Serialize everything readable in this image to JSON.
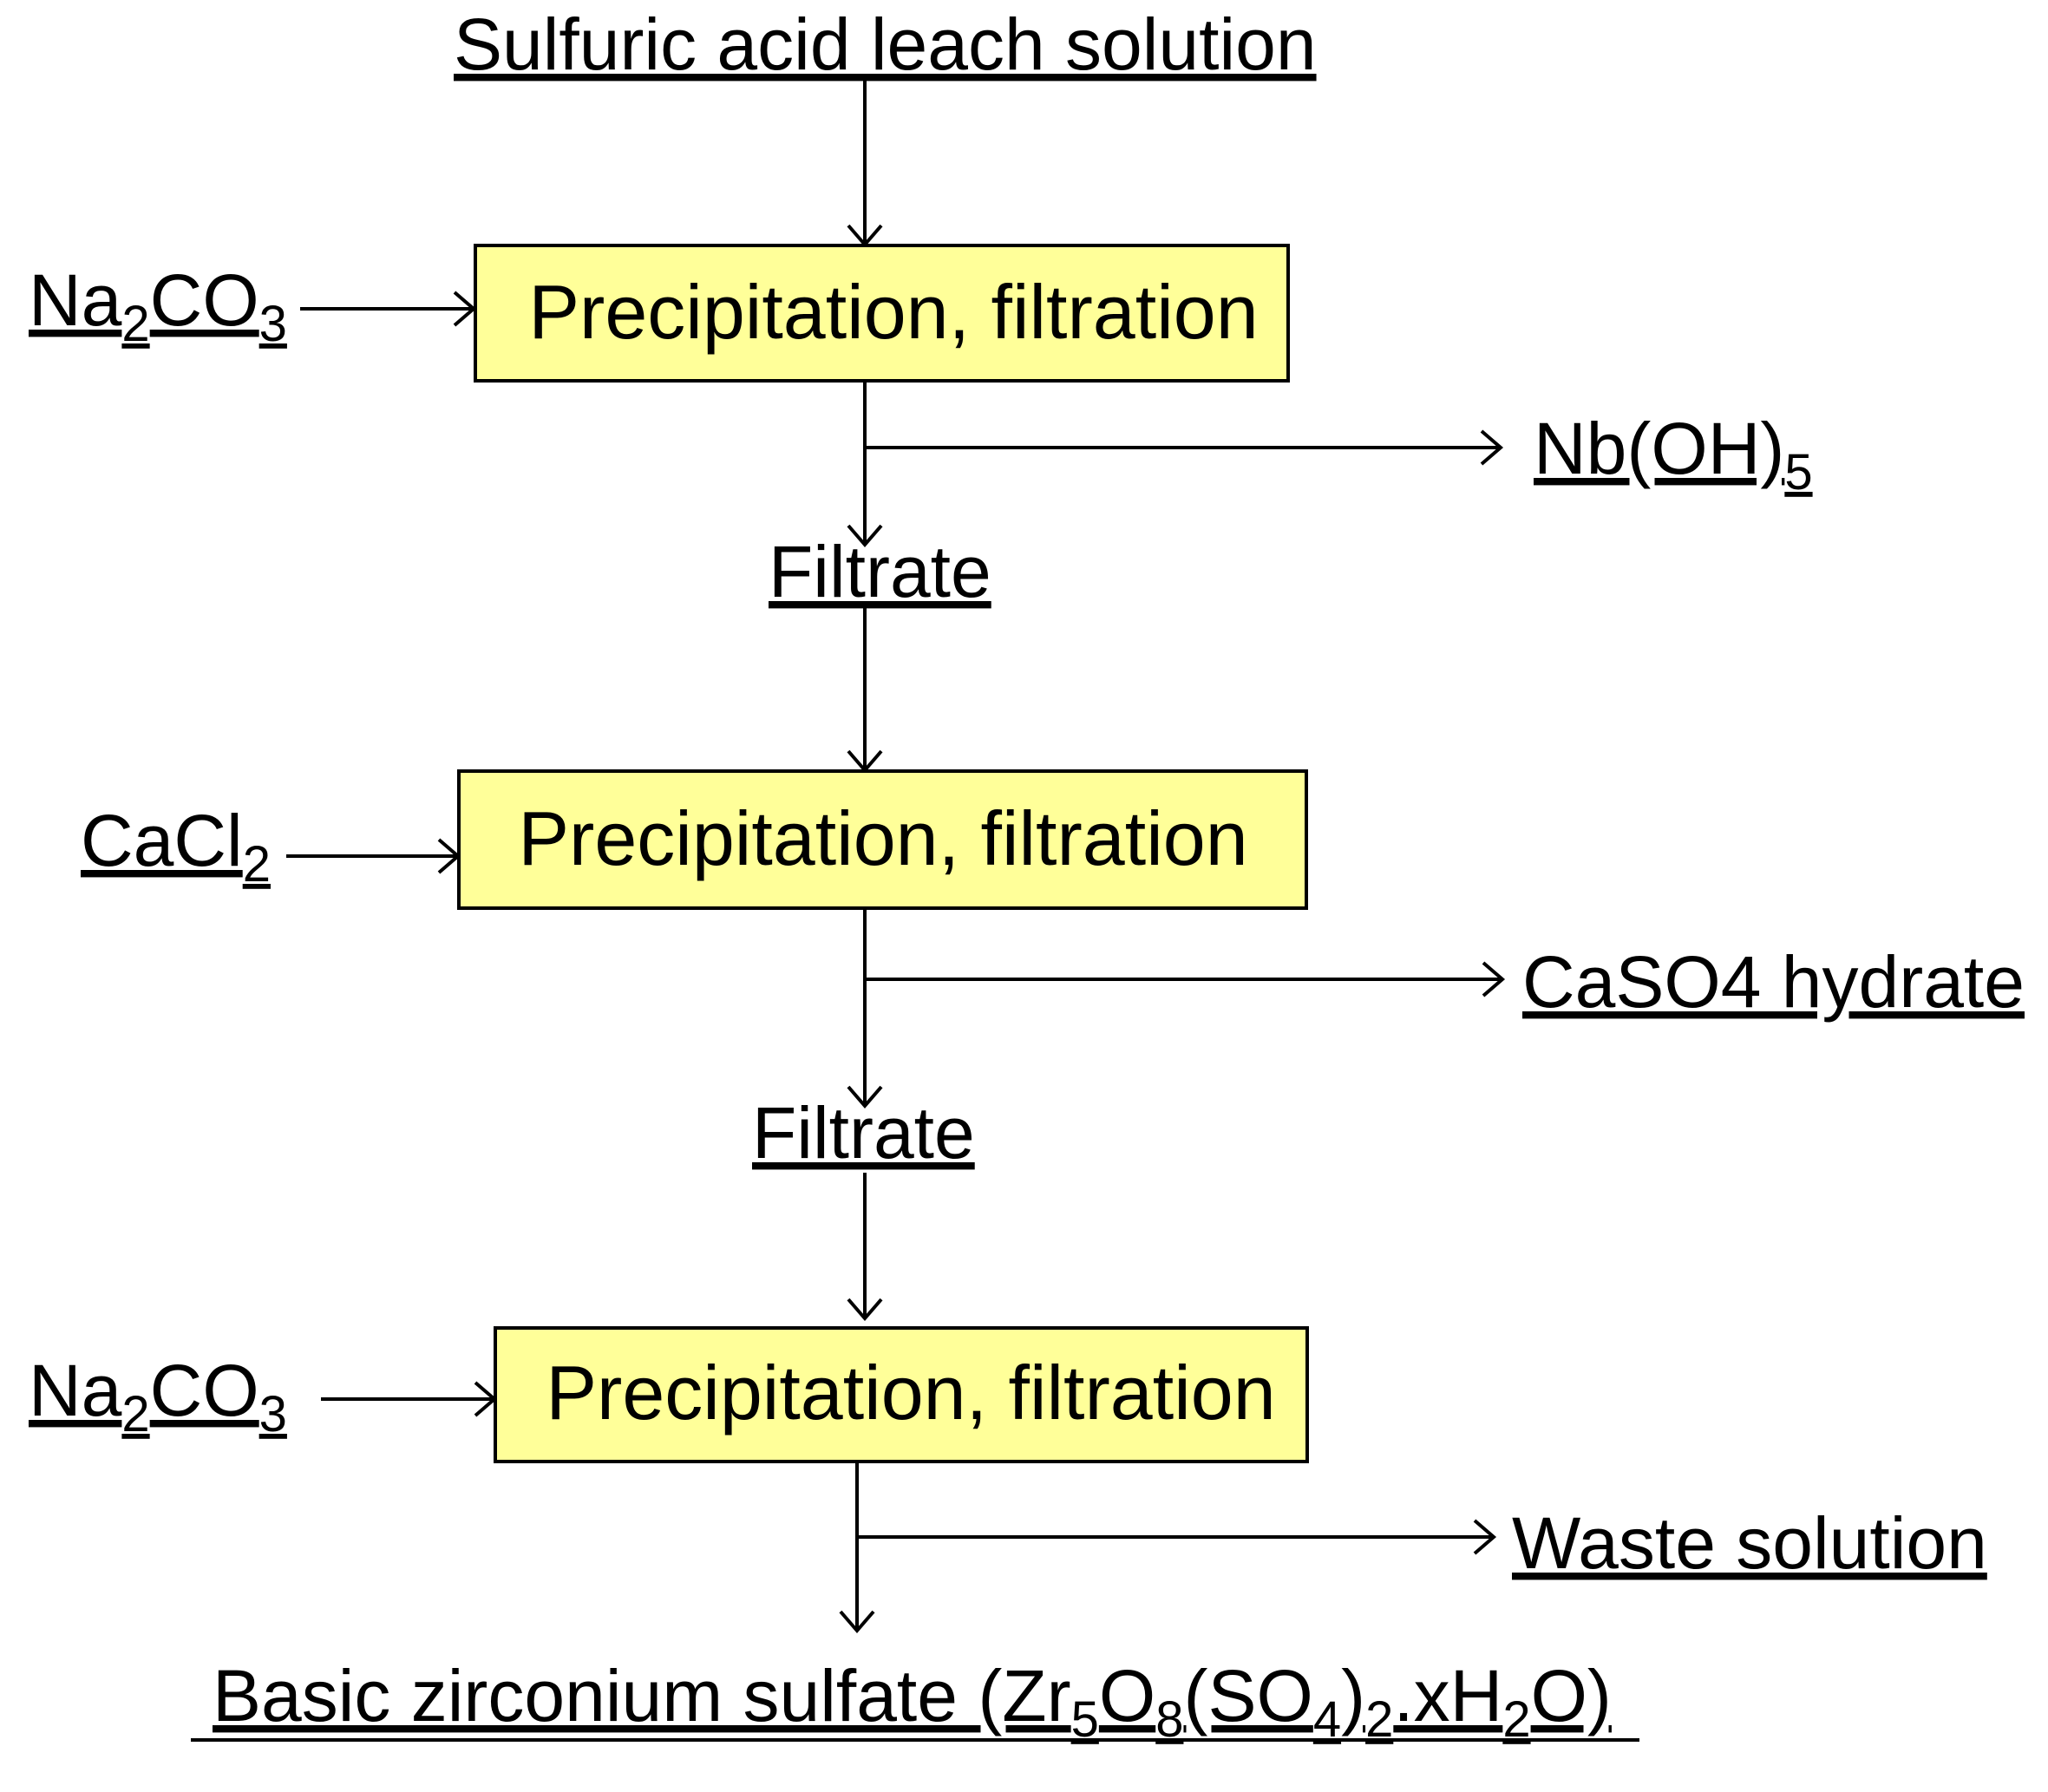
{
  "input": "Sulfuric acid leach solution",
  "stage1": {
    "reagent": {
      "main": "Na",
      "sub1": "2",
      "mid": "CO",
      "sub2": "3"
    },
    "box_label": "Precipitation, filtration",
    "solid": {
      "main": "Nb(OH)",
      "sub": "5"
    },
    "filtrate": "Filtrate"
  },
  "stage2": {
    "reagent": {
      "main": "CaCl",
      "sub": "2"
    },
    "box_label": "Precipitation, filtration",
    "solid": "CaSO4 hydrate",
    "filtrate": "Filtrate"
  },
  "stage3": {
    "reagent": {
      "main": "Na",
      "sub1": "2",
      "mid": "CO",
      "sub2": "3"
    },
    "box_label": "Precipitation, filtration",
    "waste": "Waste solution"
  },
  "product": {
    "t1": "Basic zirconium sulfate (Zr",
    "s1": "5",
    "t2": "O",
    "s2": "8",
    "t3": "(SO",
    "s3": "4",
    "t4": ")",
    "s4": "2",
    "t5": ".xH",
    "s5": "2",
    "t6": "O)"
  }
}
